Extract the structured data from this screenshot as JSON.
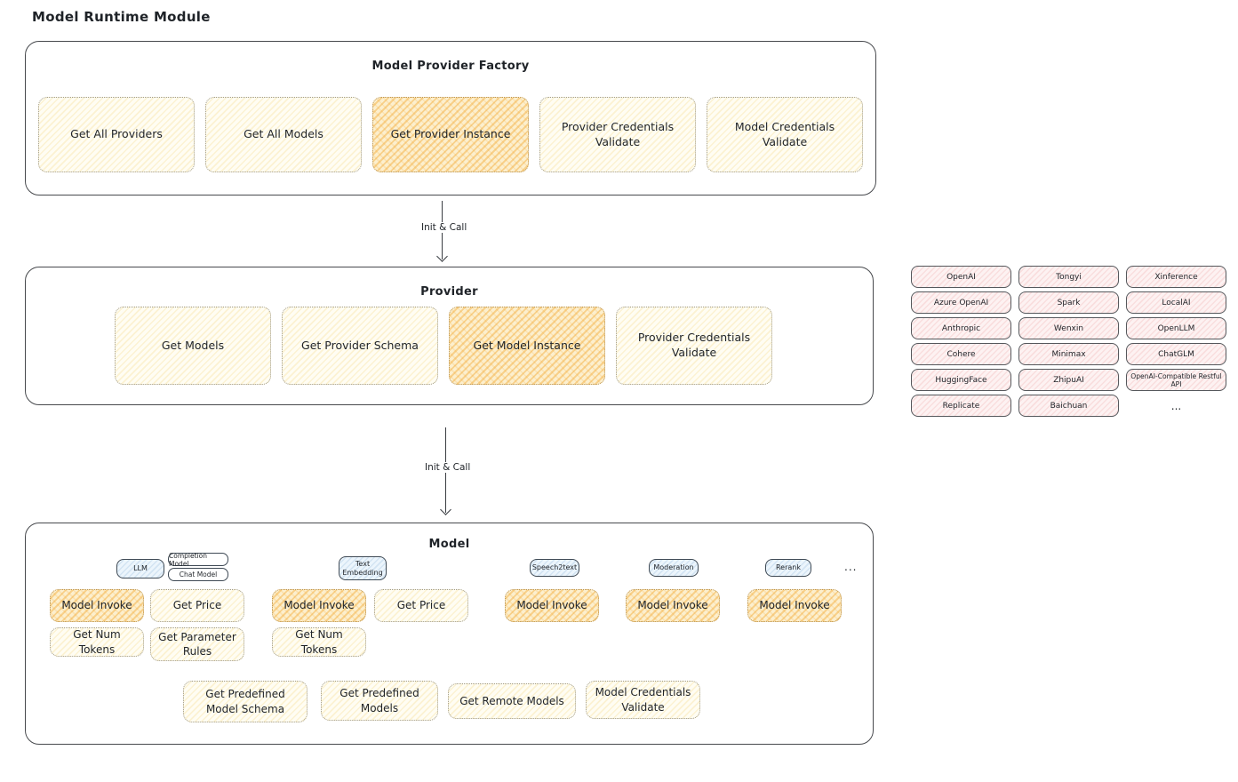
{
  "page": {
    "title": "Model Runtime Module"
  },
  "colors": {
    "node_yellow": "#fffdf3",
    "node_highlight": "#f6c873",
    "badge_blue": "#ecf5fc",
    "provider_pink": "#fdf2f2",
    "border_dark": "#47494d"
  },
  "factory": {
    "title": "Model Provider Factory",
    "buttons": [
      {
        "label": "Get All Providers",
        "highlight": false
      },
      {
        "label": "Get All Models",
        "highlight": false
      },
      {
        "label": "Get Provider Instance",
        "highlight": true
      },
      {
        "label": "Provider Credentials Validate",
        "highlight": false
      },
      {
        "label": "Model Credentials Validate",
        "highlight": false
      }
    ]
  },
  "flow": {
    "arrow1_label": "Init & Call",
    "arrow2_label": "Init & Call"
  },
  "provider": {
    "title": "Provider",
    "buttons": [
      {
        "label": "Get Models",
        "highlight": false
      },
      {
        "label": "Get Provider Schema",
        "highlight": false
      },
      {
        "label": "Get Model Instance",
        "highlight": true
      },
      {
        "label": "Provider Credentials Validate",
        "highlight": false
      }
    ]
  },
  "providers_grid": {
    "rows": [
      [
        "OpenAI",
        "Tongyi",
        "Xinference"
      ],
      [
        "Azure OpenAI",
        "Spark",
        "LocalAI"
      ],
      [
        "Anthropic",
        "Wenxin",
        "OpenLLM"
      ],
      [
        "Cohere",
        "Minimax",
        "ChatGLM"
      ],
      [
        "HuggingFace",
        "ZhipuAI",
        "OpenAI-Compatible Restful API"
      ],
      [
        "Replicate",
        "Baichuan"
      ]
    ],
    "more": "..."
  },
  "model": {
    "title": "Model",
    "badges": {
      "llm": "LLM",
      "completion": "Completion Model",
      "chat": "Chat Model",
      "embedding": "Text Embedding",
      "speech": "Speech2text",
      "moderation": "Moderation",
      "rerank": "Rerank",
      "more": "..."
    },
    "llm": {
      "invoke": "Model Invoke",
      "price": "Get Price",
      "tokens": "Get Num Tokens",
      "params": "Get Parameter Rules"
    },
    "embedding": {
      "invoke": "Model Invoke",
      "price": "Get Price",
      "tokens": "Get Num Tokens"
    },
    "speech": {
      "invoke": "Model Invoke"
    },
    "moderation": {
      "invoke": "Model Invoke"
    },
    "rerank": {
      "invoke": "Model Invoke"
    },
    "bottom": [
      "Get Predefined Model Schema",
      "Get Predefined Models",
      "Get Remote Models",
      "Model Credentials Validate"
    ]
  }
}
